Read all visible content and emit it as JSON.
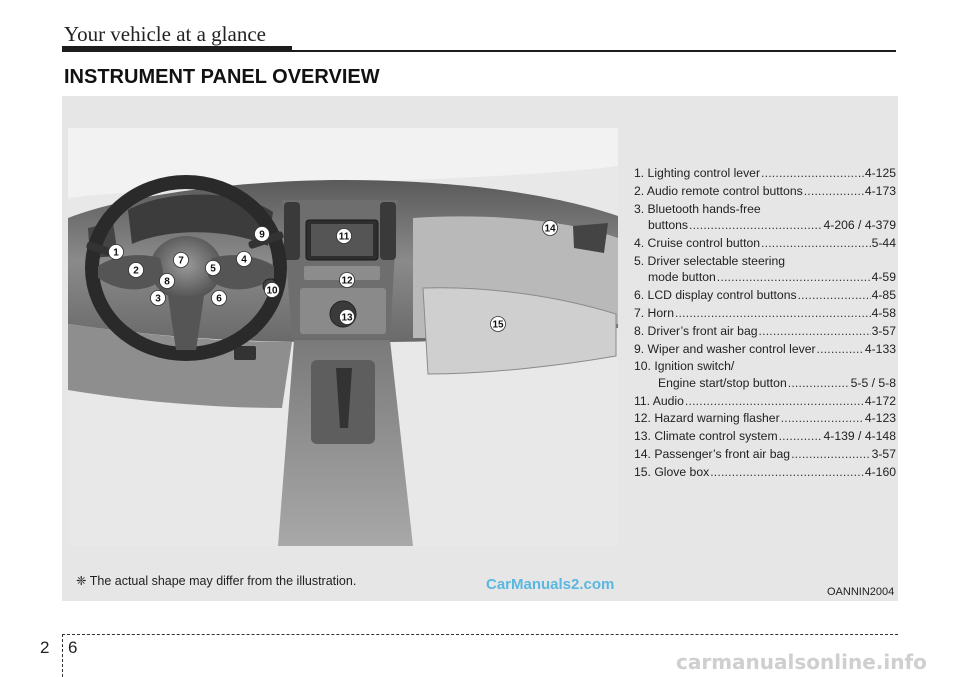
{
  "header": {
    "title": "Your vehicle at a glance"
  },
  "section": {
    "title": "INSTRUMENT PANEL OVERVIEW"
  },
  "legend": [
    {
      "label": "1. Lighting control lever",
      "page": "4-125"
    },
    {
      "label": "2. Audio remote control buttons",
      "page": "4-173"
    },
    {
      "label": "3. Bluetooth hands-free",
      "cont": "buttons",
      "page": "4-206 / 4-379"
    },
    {
      "label": "4. Cruise control button",
      "page": "5-44"
    },
    {
      "label": "5. Driver selectable steering",
      "cont": "mode button",
      "page": "4-59"
    },
    {
      "label": "6. LCD display control buttons",
      "page": "4-85"
    },
    {
      "label": "7. Horn",
      "page": "4-58"
    },
    {
      "label": "8. Driver’s front air bag",
      "page": "3-57"
    },
    {
      "label": "9. Wiper and washer control lever",
      "page": "4-133"
    },
    {
      "label": "10. Ignition switch/",
      "cont": "Engine start/stop button",
      "page": "5-5 / 5-8"
    },
    {
      "label": "11. Audio",
      "page": "4-172"
    },
    {
      "label": "12. Hazard warning flasher",
      "page": "4-123"
    },
    {
      "label": "13. Climate control system",
      "page": "4-139 / 4-148"
    },
    {
      "label": "14. Passenger’s front air bag",
      "page": "3-57"
    },
    {
      "label": "15. Glove box",
      "page": "4-160"
    }
  ],
  "callouts": [
    "1",
    "2",
    "3",
    "4",
    "5",
    "6",
    "7",
    "8",
    "9",
    "10",
    "11",
    "12",
    "13",
    "14",
    "15"
  ],
  "note": {
    "symbol": "❈",
    "text": "The actual shape may differ from the illustration."
  },
  "watermark": "CarManuals2.com",
  "figure_code": "OANNIN2004",
  "footer": {
    "section_number": "2",
    "page_number": "6",
    "site": "carmanualsonline.info"
  }
}
